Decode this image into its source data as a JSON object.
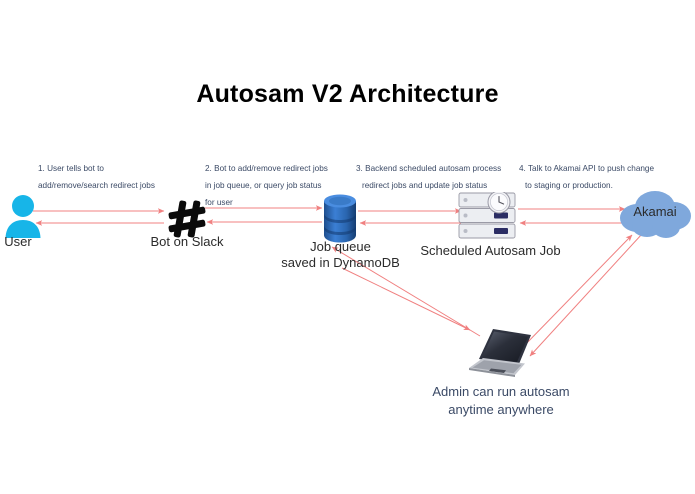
{
  "page": {
    "title": "Autosam V2 Architecture",
    "background": "#ffffff"
  },
  "colors": {
    "arrow": "#f08080",
    "note_text": "#3b4a66",
    "caption_text": "#2b2b2b",
    "user_icon": "#17b5e8",
    "slack_icon": "#000000",
    "dynamodb_icon": "#2e6db4",
    "akamai_cloud": "#7fa8dc",
    "title_text": "#000000"
  },
  "steps": [
    {
      "id": "step-1",
      "lines": [
        "1. User tells bot to",
        "add/remove/search redirect jobs"
      ]
    },
    {
      "id": "step-2",
      "lines": [
        "2. Bot to add/remove redirect jobs",
        "in job queue, or query job status",
        "for user"
      ]
    },
    {
      "id": "step-3",
      "lines": [
        "3. Backend scheduled autosam process",
        "redirect jobs and update job status"
      ]
    },
    {
      "id": "step-4",
      "lines": [
        "4. Talk to Akamai API to push change",
        "to staging or production."
      ]
    }
  ],
  "nodes": {
    "user": {
      "label": "User",
      "icon": "user-avatar-icon"
    },
    "slack_bot": {
      "label": "Bot on Slack",
      "icon": "slack-hash-icon"
    },
    "job_queue": {
      "label_line1": "Job queue",
      "label_line2": "saved in DynamoDB",
      "icon": "database-cylinder-icon"
    },
    "scheduled_job": {
      "label": "Scheduled Autosam Job",
      "icon": "server-rack-clock-icon"
    },
    "akamai": {
      "label": "Akamai",
      "icon": "cloud-icon"
    },
    "admin_laptop": {
      "label_line1": "Admin can run autosam",
      "label_line2": "anytime anywhere",
      "icon": "laptop-icon"
    }
  }
}
